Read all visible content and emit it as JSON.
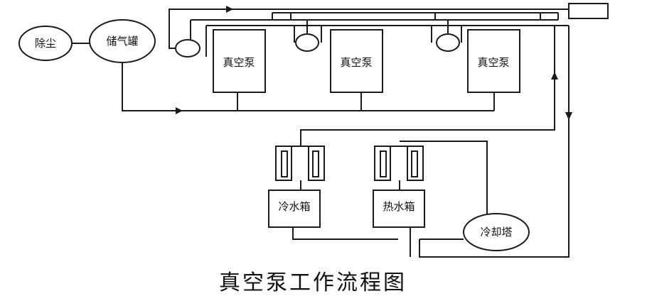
{
  "caption": "真空泵工作流程图",
  "nodes": {
    "dust": "除尘",
    "tank": "储气罐",
    "pump1": "真空泵",
    "pump2": "真空泵",
    "pump3": "真空泵",
    "cold_box": "冷水箱",
    "hot_box": "热水箱",
    "tower": "冷却塔"
  }
}
